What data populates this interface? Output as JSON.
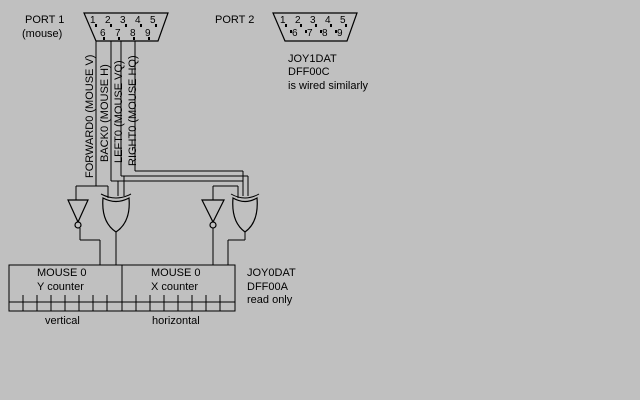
{
  "port1": {
    "title": "PORT 1",
    "subtitle": "(mouse)",
    "top_pins": [
      "1",
      "2",
      "3",
      "4",
      "5"
    ],
    "bottom_pins": [
      "6",
      "7",
      "8",
      "9"
    ]
  },
  "port2": {
    "title": "PORT 2",
    "top_pins": [
      "1",
      "2",
      "3",
      "4",
      "5"
    ],
    "bottom_pins": [
      "6",
      "7",
      "8",
      "9"
    ]
  },
  "joy1": {
    "line1": "JOY1DAT",
    "line2": "DFF00C",
    "line3": "is wired similarly"
  },
  "joy0": {
    "line1": "JOY0DAT",
    "line2": "DFF00A",
    "line3": "read only"
  },
  "signals": {
    "forward": "FORWARD0 (MOUSE V)",
    "back": "BACK0 (MOUSE H)",
    "left": "LEFT0 (MOUSE VQ)",
    "right": "RIGHT0 (MOUSE HQ)"
  },
  "counters": {
    "y": {
      "name": "MOUSE 0",
      "label": "Y counter",
      "caption": "vertical"
    },
    "x": {
      "name": "MOUSE 0",
      "label": "X counter",
      "caption": "horizontal"
    }
  },
  "colors": {
    "background": "#c0c0c0",
    "ink": "#000000"
  }
}
